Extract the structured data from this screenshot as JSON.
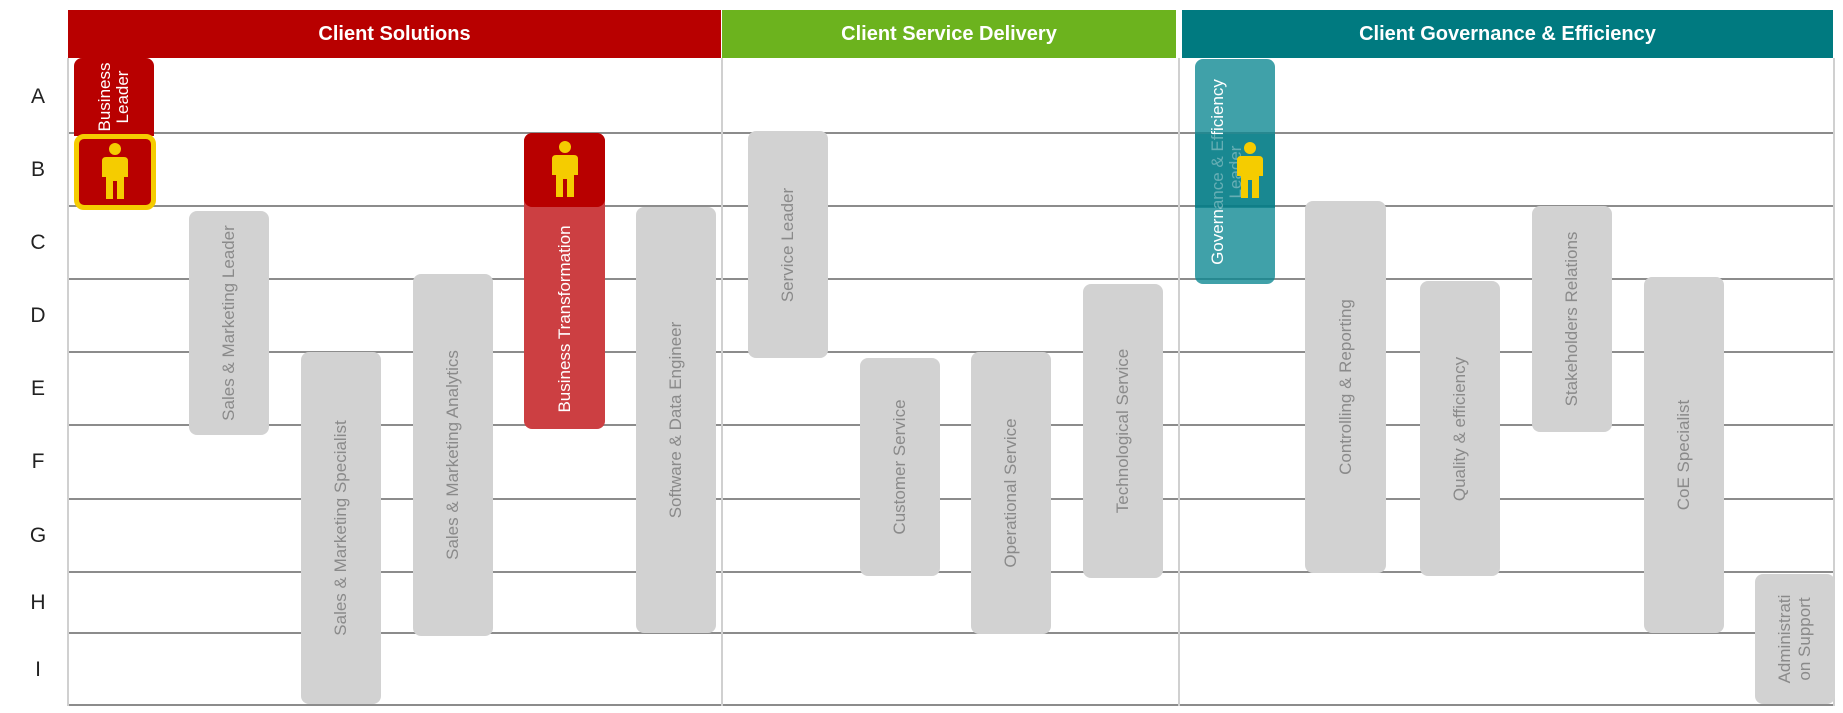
{
  "colors": {
    "solutions": "#b80000",
    "delivery": "#6cb31e",
    "governance": "#007a80",
    "role_gray": "#d2d2d2",
    "person": "#f5cc00"
  },
  "header": {
    "solutions": "Client Solutions",
    "delivery": "Client Service Delivery",
    "governance": "Client Governance & Efficiency"
  },
  "rows": [
    "A",
    "B",
    "C",
    "D",
    "E",
    "F",
    "G",
    "H",
    "I"
  ],
  "roles": {
    "business_leader": "Business Leader",
    "sales_marketing_leader": "Sales & Marketing Leader",
    "sales_marketing_specialist": "Sales & Marketing Specialist",
    "sales_marketing_analytics": "Sales & Marketing Analytics",
    "business_transformation": "Business Transformation",
    "software_data_engineer": "Software & Data Engineer",
    "service_leader": "Service Leader",
    "customer_service": "Customer Service",
    "operational_service": "Operational Service",
    "technological_service": "Technological Service",
    "governance_efficiency_leader": "Governance & Efficiency Leader",
    "controlling_reporting": "Controlling & Reporting",
    "quality_efficiency": "Quality & efficiency",
    "stakeholders_relations": "Stakeholders Relations",
    "coe_specialist": "CoE Specialist",
    "administration_support": "Administrati on Support"
  },
  "icons": {
    "person": "person-icon"
  }
}
